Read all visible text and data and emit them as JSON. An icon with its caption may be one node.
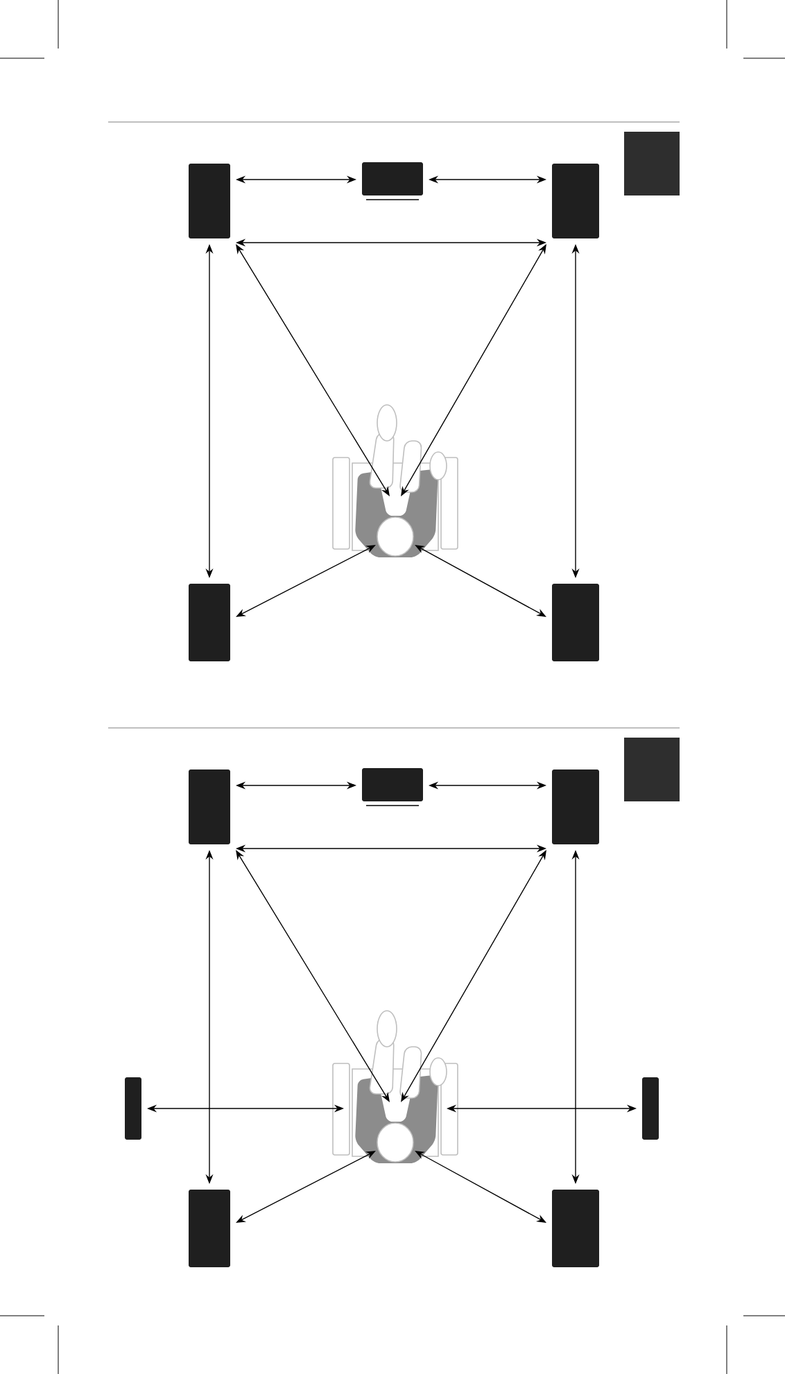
{
  "diagram": {
    "nodes": [
      {
        "text": [],
        "shape": "box"
      },
      {
        "text": [],
        "shape": "box"
      },
      {
        "text": [],
        "shape": "box"
      },
      {
        "text": [],
        "shape": "person"
      },
      {
        "text": [],
        "shape": "box"
      },
      {
        "text": [],
        "shape": "box"
      },
      {
        "text": [],
        "shape": "box"
      },
      {
        "text": [],
        "shape": "box"
      },
      {
        "text": [],
        "shape": "box"
      },
      {
        "text": [],
        "shape": "person"
      },
      {
        "text": [],
        "shape": "box"
      },
      {
        "text": [],
        "shape": "box"
      },
      {
        "text": [],
        "shape": "box"
      },
      {
        "text": [],
        "shape": "box"
      }
    ],
    "edges": [
      {
        "from": 0,
        "to": 1,
        "arrow": "both"
      },
      {
        "from": 1,
        "to": 2,
        "arrow": "both"
      },
      {
        "from": 0,
        "to": 2,
        "arrow": "both"
      },
      {
        "from": 0,
        "to": 4,
        "arrow": "both"
      },
      {
        "from": 2,
        "to": 5,
        "arrow": "both"
      },
      {
        "from": 0,
        "to": 3,
        "arrow": "both"
      },
      {
        "from": 2,
        "to": 3,
        "arrow": "both"
      },
      {
        "from": 4,
        "to": 3,
        "arrow": "both"
      },
      {
        "from": 5,
        "to": 3,
        "arrow": "both"
      },
      {
        "from": 6,
        "to": 7,
        "arrow": "both"
      },
      {
        "from": 7,
        "to": 8,
        "arrow": "both"
      },
      {
        "from": 6,
        "to": 8,
        "arrow": "both"
      },
      {
        "from": 6,
        "to": 12,
        "arrow": "both"
      },
      {
        "from": 8,
        "to": 13,
        "arrow": "both"
      },
      {
        "from": 6,
        "to": 9,
        "arrow": "both"
      },
      {
        "from": 8,
        "to": 9,
        "arrow": "both"
      },
      {
        "from": 12,
        "to": 9,
        "arrow": "both"
      },
      {
        "from": 13,
        "to": 9,
        "arrow": "both"
      },
      {
        "from": 10,
        "to": 9,
        "arrow": "both"
      },
      {
        "from": 11,
        "to": 9,
        "arrow": "both"
      }
    ]
  }
}
